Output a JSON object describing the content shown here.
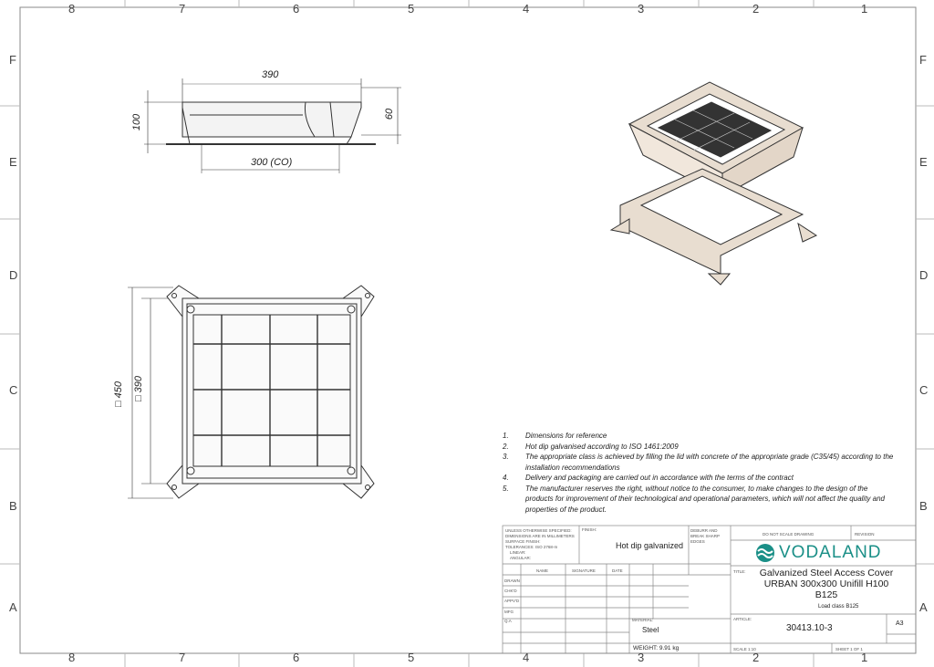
{
  "zones": {
    "cols": [
      "8",
      "7",
      "6",
      "5",
      "4",
      "3",
      "2",
      "1"
    ],
    "rows": [
      "F",
      "E",
      "D",
      "C",
      "B",
      "A"
    ]
  },
  "dimensions": {
    "width": "390",
    "bottom": "300 (CO)",
    "height": "100",
    "height2": "60",
    "outer": "□ 450",
    "inner": "□ 390"
  },
  "notes": [
    {
      "n": "1.",
      "t": "Dimensions for reference"
    },
    {
      "n": "2.",
      "t": "Hot dip galvanised according to ISO 1461:2009"
    },
    {
      "n": "3.",
      "t": "The appropriate class is achieved by filling the lid with concrete of the appropriate grade (C35/45) according to the installation recommendations"
    },
    {
      "n": "4.",
      "t": "Delivery and packaging are carried out in accordance with the terms of the contract"
    },
    {
      "n": "5.",
      "t": "The manufacturer reserves the right, without notice to the consumer, to make changes to the design of the products for improvement of their technological and operational parameters, which will not affect the quality and properties of the product."
    }
  ],
  "title_block": {
    "spec": [
      "UNLESS OTHERWISE SPECIFIED:",
      "DIMENSIONS ARE IN MILLIMETERS",
      "SURFACE FINISH:",
      "TOLERANCES: ISO 2768-m",
      "LINEAR:",
      "ANGULAR:"
    ],
    "finish_label": "FINISH:",
    "finish": "Hot dip galvanized",
    "deburr": "DEBURR AND BREAK SHARP EDGES",
    "cols": [
      "NAME",
      "SIGNATURE",
      "DATE"
    ],
    "rows": [
      "DRAWN",
      "CHK'D",
      "APPV'D",
      "MFG",
      "Q.A"
    ],
    "material_label": "MATERIAL:",
    "material": "Steel",
    "weight": "WEIGHT: 9.91 kg",
    "no_scale": "DO NOT SCALE DRAWING",
    "revision": "REVISION",
    "logo": "VODALAND",
    "logo_color": "#1a8f87",
    "title_label": "TITLE:",
    "title": "Galvanized Steel Access Cover URBAN 300x300 Unifill H100 B125",
    "load_class": "Load class B125",
    "article_label": "ARTICLE:",
    "article": "30413.10-3",
    "size": "A3",
    "scale": "SCALE 1:10",
    "sheet": "SHEET 1 OF 1"
  }
}
